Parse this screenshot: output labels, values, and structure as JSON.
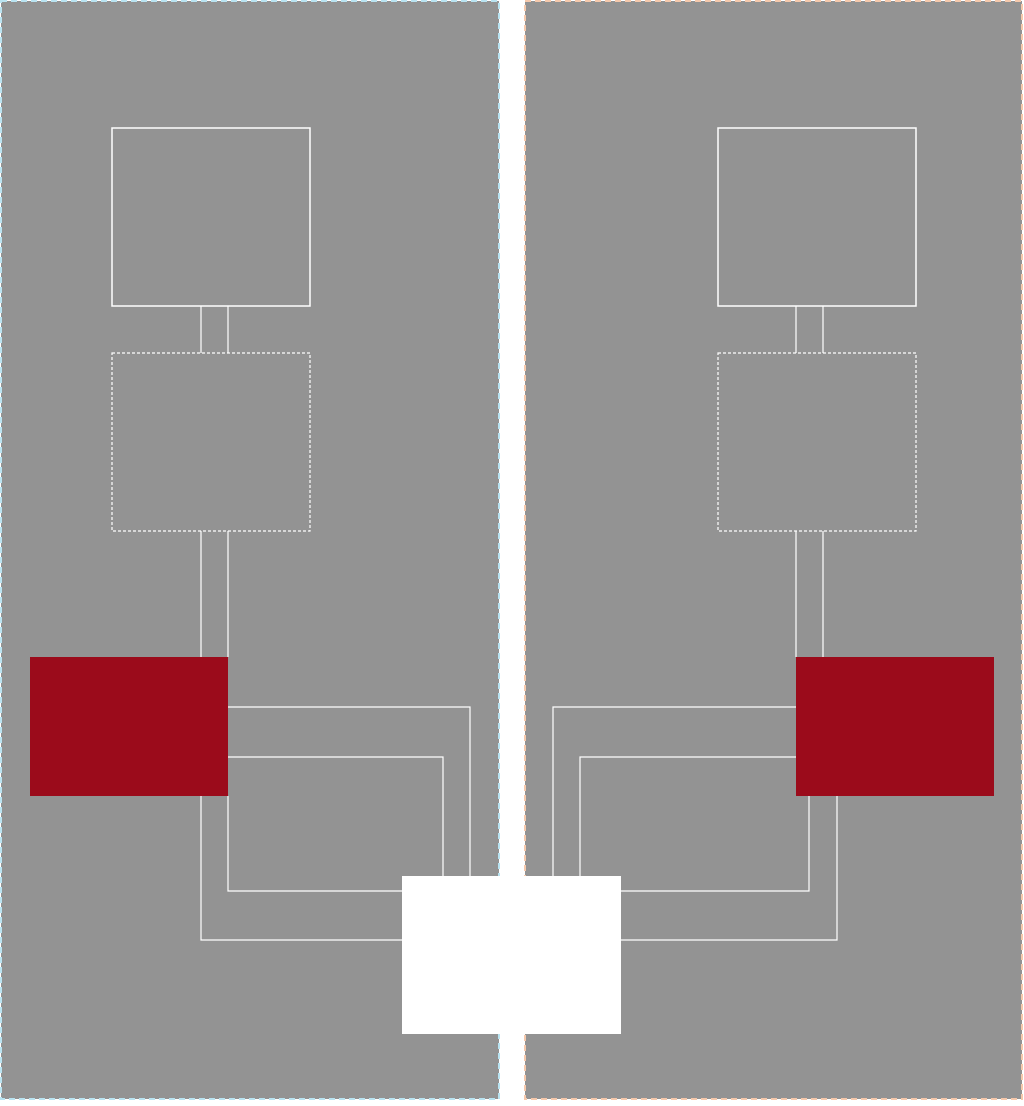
{
  "colors": {
    "page_background": "#ffffff",
    "panel_fill": "#939393",
    "left_panel_border": "#b9e3f0",
    "right_panel_border": "#f6c9ac",
    "line": "#ffffff",
    "highlight_block": "#9b0b1b",
    "center_block": "#ffffff"
  },
  "panels": [
    {
      "side": "left",
      "border_style": "dashed"
    },
    {
      "side": "right",
      "border_style": "dashed"
    }
  ],
  "blocks": {
    "top_box": {
      "style": "solid-outline"
    },
    "middle_box": {
      "style": "dotted-outline"
    },
    "highlight_block": {
      "style": "filled"
    },
    "center_block": {
      "style": "filled"
    }
  }
}
